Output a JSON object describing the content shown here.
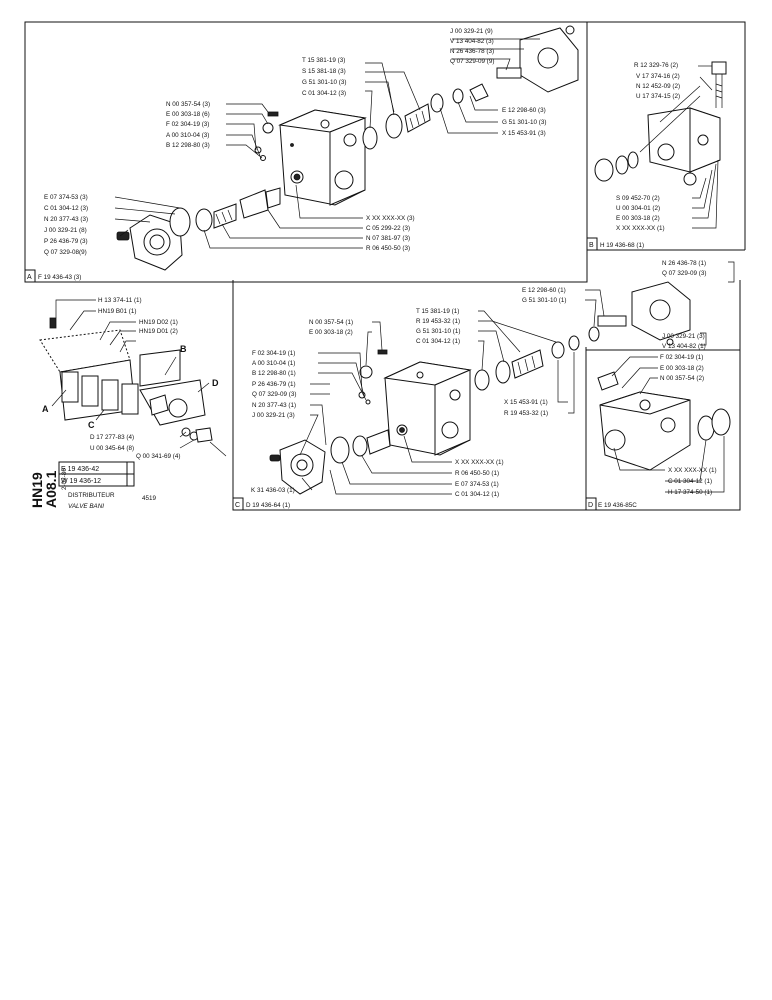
{
  "sheet": {
    "model": "HN19",
    "code": "A08.1",
    "date": "2-02-86",
    "title": "DISTRIBUTEUR",
    "subtitle": "VALVE BANI",
    "page": "4519",
    "refs": [
      "E 19 436-42",
      "W 19 436-12"
    ]
  },
  "panel_a": {
    "tag": "A",
    "ref": "F 19 436-43 (3)",
    "labels": [
      "J 00 329-21 (9)",
      "V 13 404-82 (3)",
      "N 26 436-78 (3)",
      "Q 07 329-09 (9)",
      "T 15 381-19 (3)",
      "S 15 381-18 (3)",
      "G 51 301-10 (3)",
      "C 01 304-12 (3)",
      "N 00 357-54 (3)",
      "E 00 303-18 (6)",
      "F 02 304-19 (3)",
      "A 00 310-04 (3)",
      "B 12 298-80 (3)",
      "E 12 298-60 (3)",
      "G 51 301-10 (3)",
      "X 15 453-91 (3)",
      "E 07 374-53 (3)",
      "C 01 304-12 (3)",
      "N 20 377-43 (3)",
      "J 00 329-21 (8)",
      "P 26 436-79 (3)",
      "Q 07 329-08(9)",
      "X XX XXX-XX (3)",
      "C 05 299-22 (3)",
      "N 07 381-97 (3)",
      "R 06 450-50 (3)"
    ]
  },
  "panel_b": {
    "tag": "B",
    "ref": "H 19 436-68 (1)",
    "labels": [
      "R 12 329-76 (2)",
      "V 17 374-16 (2)",
      "N 12 452-09 (2)",
      "U 17 374-15 (2)",
      "S 09 452-70 (2)",
      "U 00 304-01 (2)",
      "E 00 303-18 (2)",
      "X XX XXX-XX (1)"
    ]
  },
  "assembly": {
    "labels": [
      "H 13 374-11 (1)",
      "HN19 B01 (1)",
      "HN19 D02 (1)",
      "HN19 D01 (2)",
      "D 17 277-83 (4)",
      "U 00 345-64 (8)",
      "Q 00 341-69 (4)"
    ],
    "letters": [
      "A",
      "B",
      "C",
      "D"
    ]
  },
  "panel_c": {
    "tag": "C",
    "ref": "D 19 436-64 (1)",
    "labels": [
      "N 00 357-54 (1)",
      "E 00 303-18 (2)",
      "F 02 304-19 (1)",
      "A 00 310-04 (1)",
      "B 12 298-80 (1)",
      "P 26 436-79 (1)",
      "Q 07 329-09 (3)",
      "N 20 377-43 (1)",
      "J 00 329-21 (3)",
      "K 31 436-03 (1)",
      "T 15 381-19 (1)",
      "R 19 453-32 (1)",
      "G 51 301-10 (1)",
      "C 01 304-12 (1)",
      "X XX XXX-XX (1)",
      "R 06 450-50 (1)",
      "E 07 374-53 (1)",
      "C 01 304-12 (1)",
      "X 15 453-91 (1)",
      "R 19 453-32 (1)",
      "E 12 298-60 (1)",
      "G 51 301-10 (1)"
    ]
  },
  "panel_c_right": {
    "labels": [
      "N 26 436-78 (1)",
      "Q 07 329-09 (3)",
      "J 00 329-21 (3)",
      "V 13 404-82 (1)"
    ]
  },
  "panel_d": {
    "tag": "D",
    "ref": "E 19 436-85C",
    "labels": [
      "F 02 304-19 (1)",
      "E 00 303-18 (2)",
      "N 00 357-54 (2)",
      "X XX XXX-XX (1)",
      "C 01 304-12 (1)",
      "H 17 374-50 (1)"
    ]
  }
}
